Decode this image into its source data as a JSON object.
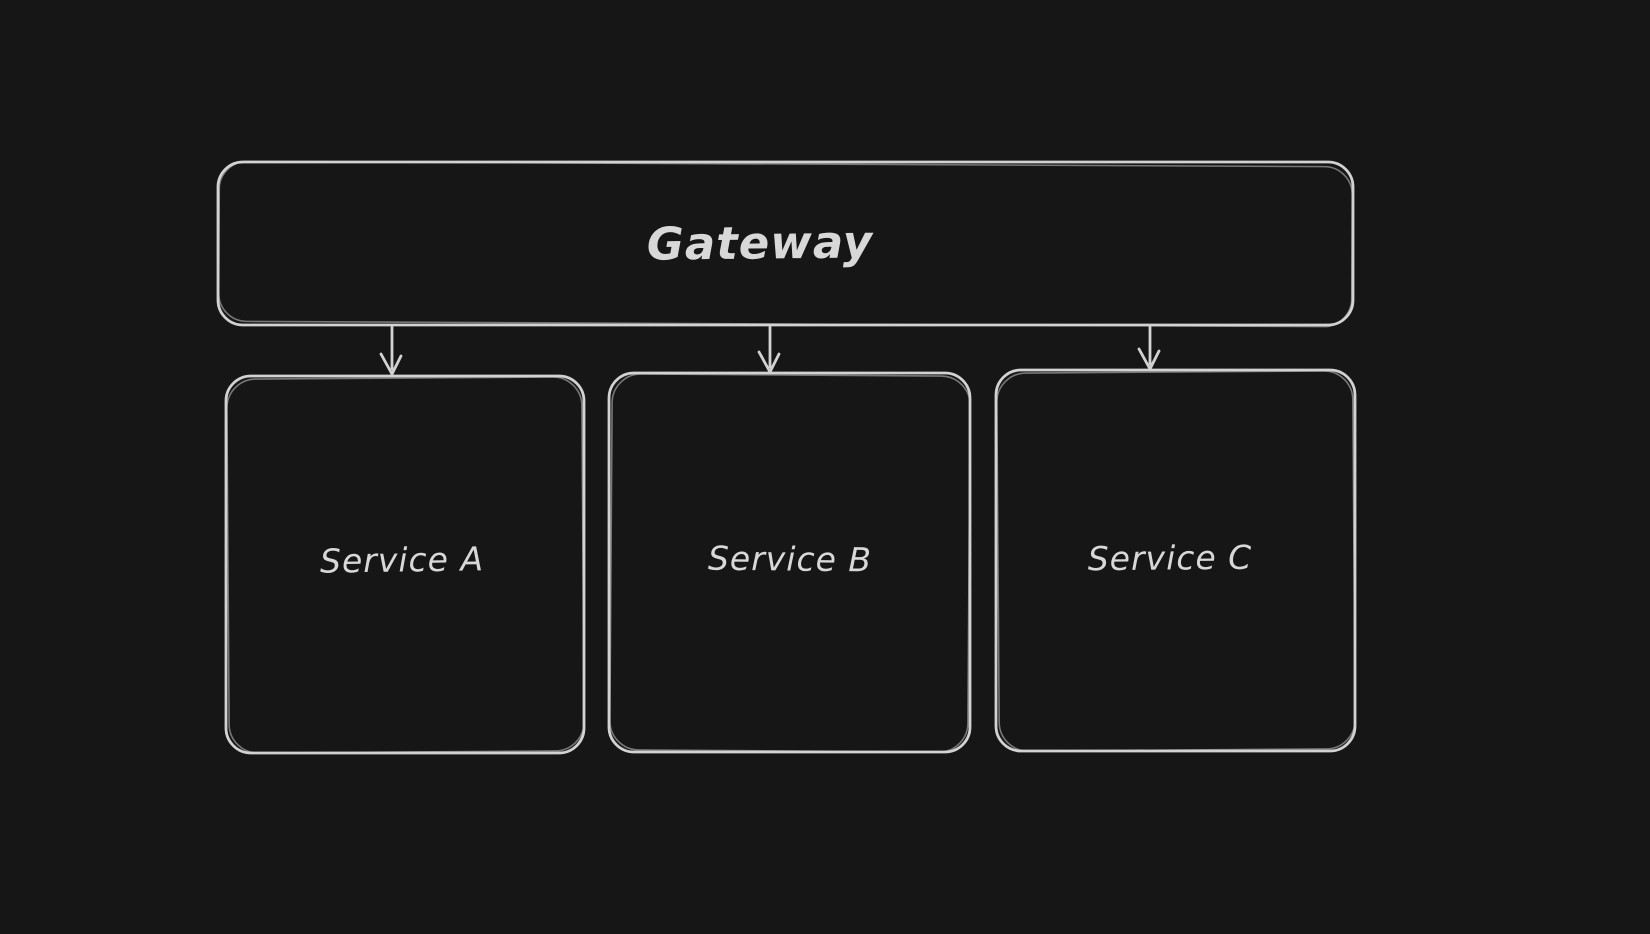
{
  "canvas": {
    "background": "#161616",
    "stroke_color": "#d2d2d2",
    "text_color": "#d8d8d8"
  },
  "nodes": [
    {
      "id": "gateway",
      "label": "Gateway"
    },
    {
      "id": "service-a",
      "label": "Service A"
    },
    {
      "id": "service-b",
      "label": "Service B"
    },
    {
      "id": "service-c",
      "label": "Service C"
    }
  ],
  "edges": [
    {
      "from": "gateway",
      "to": "service-a",
      "direction": "down"
    },
    {
      "from": "gateway",
      "to": "service-b",
      "direction": "down"
    },
    {
      "from": "gateway",
      "to": "service-c",
      "direction": "down"
    }
  ]
}
